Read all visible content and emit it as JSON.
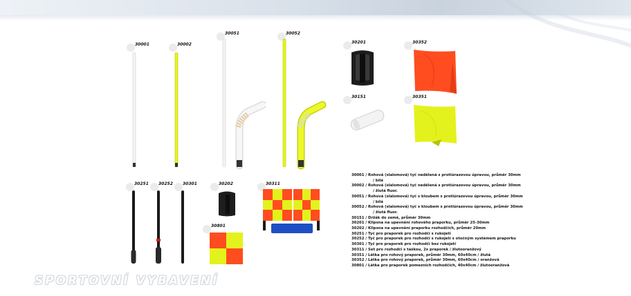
{
  "header_bar": {
    "colors": {
      "light": "#eef2f6",
      "mid": "#c9d3de"
    }
  },
  "products": [
    {
      "code": "30001",
      "icon": "white-pole"
    },
    {
      "code": "30002",
      "icon": "yellow-pole"
    },
    {
      "code": "30051",
      "icon": "white-pole-with-joint"
    },
    {
      "code": "30052",
      "icon": "yellow-pole-with-joint"
    },
    {
      "code": "30201",
      "icon": "black-clip"
    },
    {
      "code": "30352",
      "icon": "orange-flag"
    },
    {
      "code": "30151",
      "icon": "ground-holder"
    },
    {
      "code": "30351",
      "icon": "yellow-flag"
    },
    {
      "code": "30251",
      "icon": "black-referee-pole"
    },
    {
      "code": "30252",
      "icon": "black-referee-pole-with-handle"
    },
    {
      "code": "30301",
      "icon": "black-referee-pole-plain"
    },
    {
      "code": "30202",
      "icon": "black-clip-small"
    },
    {
      "code": "30311",
      "icon": "referee-flag-set"
    },
    {
      "code": "30801",
      "icon": "checkered-flag"
    }
  ],
  "legend": [
    {
      "text": "30001 / Rohová (slalomová) tyč nedělená s protiúrazovou úpravou, průměr 30mm",
      "cont": "/ bílá"
    },
    {
      "text": "30002 / Rohová (slalomová) tyč nedělená s protiúrazovou úpravou, průměr 30mm",
      "cont": "/ žlutá fluor."
    },
    {
      "text": "30051 / Rohová (slalomová) tyč s kloubem s protiúrazovou úpravou, průměr 30mm",
      "cont": "/ bílá"
    },
    {
      "text": "30052 / Rohová (slalomová) tyč s kloubem s protiúrazovou úpravou, průměr 30mm",
      "cont": "/ žlutá fluor."
    },
    {
      "text": "30151 / Držák do země, průměr 30mm"
    },
    {
      "text": "30201 / Klipsna na upevnění rohového praporku, průměr 25-30mm"
    },
    {
      "text": "30202 / Klipsna na upevnění praporku rozhodčích, průměr 20mm"
    },
    {
      "text": "30251 / Tyč pro praporek pro rozhodčí s rukojetí"
    },
    {
      "text": "30252 / Tyč pro praporek pro rozhodčí s rukojetí s otočným systémem praporku"
    },
    {
      "text": "30301 / Tyč pro praporek pro rozhodčí bez rukojetí"
    },
    {
      "text": "30311 / Set pro rozhodčí s taškou, 2x praporek / žlutooranžový"
    },
    {
      "text": "30351 / Látka pro rohový praporek, průměr 30mm, 60x40cm / žlutá"
    },
    {
      "text": "30352 / Látka pro rohový praporek, průměr 30mm, 60x40cm / oranžová"
    },
    {
      "text": "30801 / Látka pro praporek pomezních rozhodčích, 40x40cm / žlutooranžová"
    }
  ],
  "brand": {
    "text": "SPORTOVNÍ VYBAVENÍ"
  },
  "colors": {
    "fluor_yellow": "#e6f51a",
    "orange": "#ff4d1f",
    "black": "#1a1a1a",
    "white_pole": "#f2f2f2",
    "blue_bag": "#1f4fc4"
  }
}
